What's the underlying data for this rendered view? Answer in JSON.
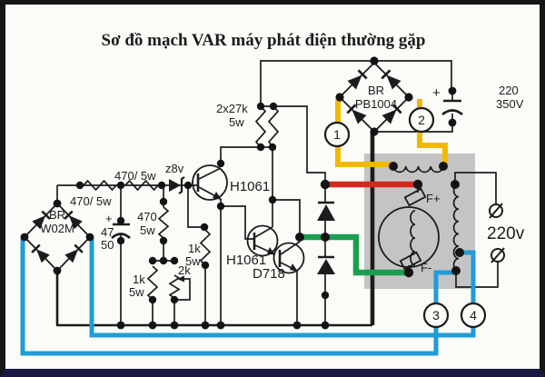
{
  "title": "Sơ đồ mạch VAR máy phát điện thường gặp",
  "colors": {
    "title_blue": "#2222cc",
    "wire_yellow": "#f2b800",
    "wire_red": "#d6281e",
    "wire_green": "#1a9e50",
    "wire_blue": "#1f9cd8",
    "generator_block_gray": "#c4c4c4",
    "ink": "#1c1c1c"
  },
  "labels": {
    "r470_top1": "470/ 5w",
    "r470_top2": "470/ 5w",
    "zener": "z8v",
    "r470_vert": {
      "value": "470",
      "power": "5w"
    },
    "r27k": {
      "value": "2x27k",
      "power": "5w"
    },
    "cap_filter": {
      "plus": "+",
      "value": "47",
      "voltage": "50"
    },
    "r1k_left": {
      "value": "1k",
      "power": "5w"
    },
    "r2k": "2k",
    "r1k_right": {
      "value": "1k",
      "power": "5w"
    },
    "q1": "H1061",
    "q2": "H1061",
    "q3": "D718",
    "bridge_small": {
      "line1": "BR",
      "line2": "W02M"
    },
    "bridge_large": {
      "line1": "BR",
      "line2": "PB1004"
    },
    "cap_main": {
      "plus": "+",
      "value": "220",
      "voltage": "350V"
    },
    "field_plus": "F+",
    "field_minus": "F-",
    "output_voltage": "220v",
    "node1": "1",
    "node2": "2",
    "node3": "3",
    "node4": "4"
  }
}
